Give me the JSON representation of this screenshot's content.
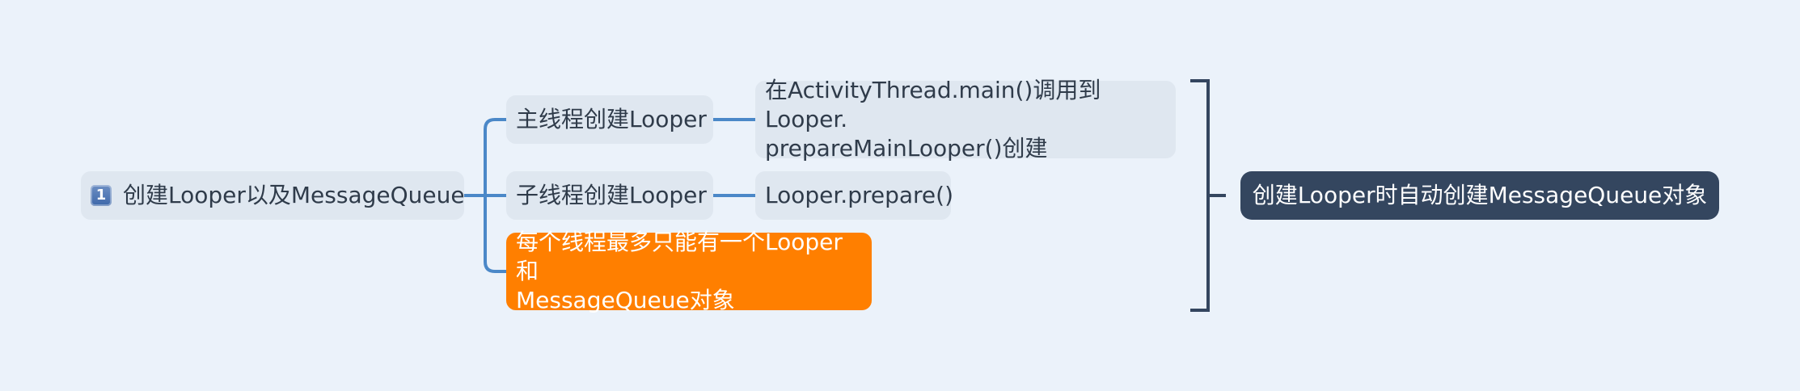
{
  "mindmap": {
    "root": {
      "badge": "1",
      "label": "创建Looper以及MessageQueue"
    },
    "branches": {
      "main_thread": {
        "label": "主线程创建Looper",
        "detail_lines": [
          "在ActivityThread.main()调用到 Looper.",
          "prepareMainLooper()创建"
        ]
      },
      "sub_thread": {
        "label": "子线程创建Looper",
        "detail": "Looper.prepare()"
      },
      "limit": {
        "lines": [
          "每个线程最多只能有一个Looper和",
          "MessageQueue对象"
        ]
      }
    },
    "summary": {
      "label": "创建Looper时自动创建MessageQueue对象"
    }
  },
  "colors": {
    "background": "#ebf2fa",
    "node_fill": "#dfe7f0",
    "text": "#2f3b4a",
    "connector": "#4b88c8",
    "accent_orange": "#ff7f00",
    "summary_fill": "#34465f",
    "bracket": "#34465f"
  },
  "icons": {
    "root_badge": "number-one-badge-icon"
  }
}
